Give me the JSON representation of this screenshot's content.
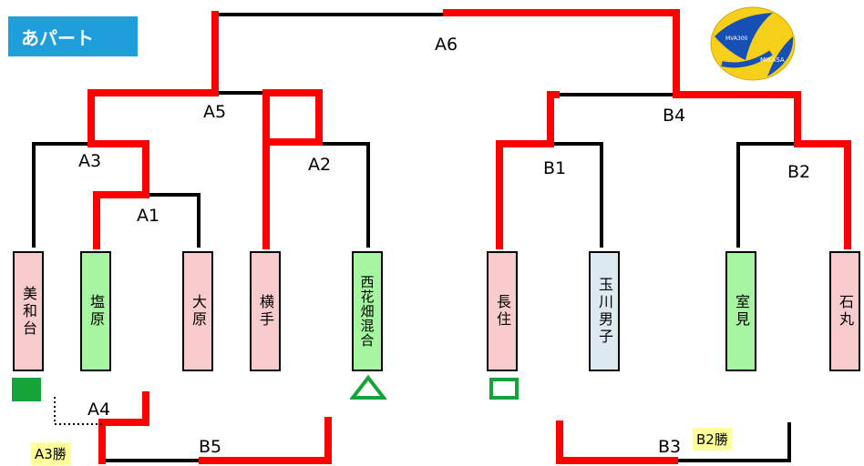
{
  "section": {
    "label": "あパート"
  },
  "colors": {
    "winner_line": "#ff0000",
    "line": "#000000",
    "team_pink": "#f8cccc",
    "team_green": "#a6f5a0",
    "team_blue": "#dde9f1",
    "marker_green": "#15a33a",
    "note_yellow": "#ffff99",
    "badge_blue": "#1e9fdc"
  },
  "matches": {
    "A1": "A1",
    "A2": "A2",
    "A3": "A3",
    "A4": "A4",
    "A5": "A5",
    "A6": "A6",
    "B1": "B1",
    "B2": "B2",
    "B3": "B3",
    "B4": "B4",
    "B5": "B5"
  },
  "teams": [
    {
      "name": "美和台",
      "fill": "pink"
    },
    {
      "name": "塩原",
      "fill": "green"
    },
    {
      "name": "大原",
      "fill": "pink"
    },
    {
      "name": "横手",
      "fill": "pink"
    },
    {
      "name": "西花畑混合",
      "fill": "green"
    },
    {
      "name": "長住",
      "fill": "pink"
    },
    {
      "name": "玉川男子",
      "fill": "blue"
    },
    {
      "name": "室見",
      "fill": "green"
    },
    {
      "name": "石丸",
      "fill": "pink"
    }
  ],
  "notes": {
    "a3_win": "A3勝",
    "b2_win": "B2勝"
  },
  "markers": [
    "filled-square",
    "triangle",
    "open-square"
  ],
  "icons": {
    "ball": "volleyball-icon"
  }
}
